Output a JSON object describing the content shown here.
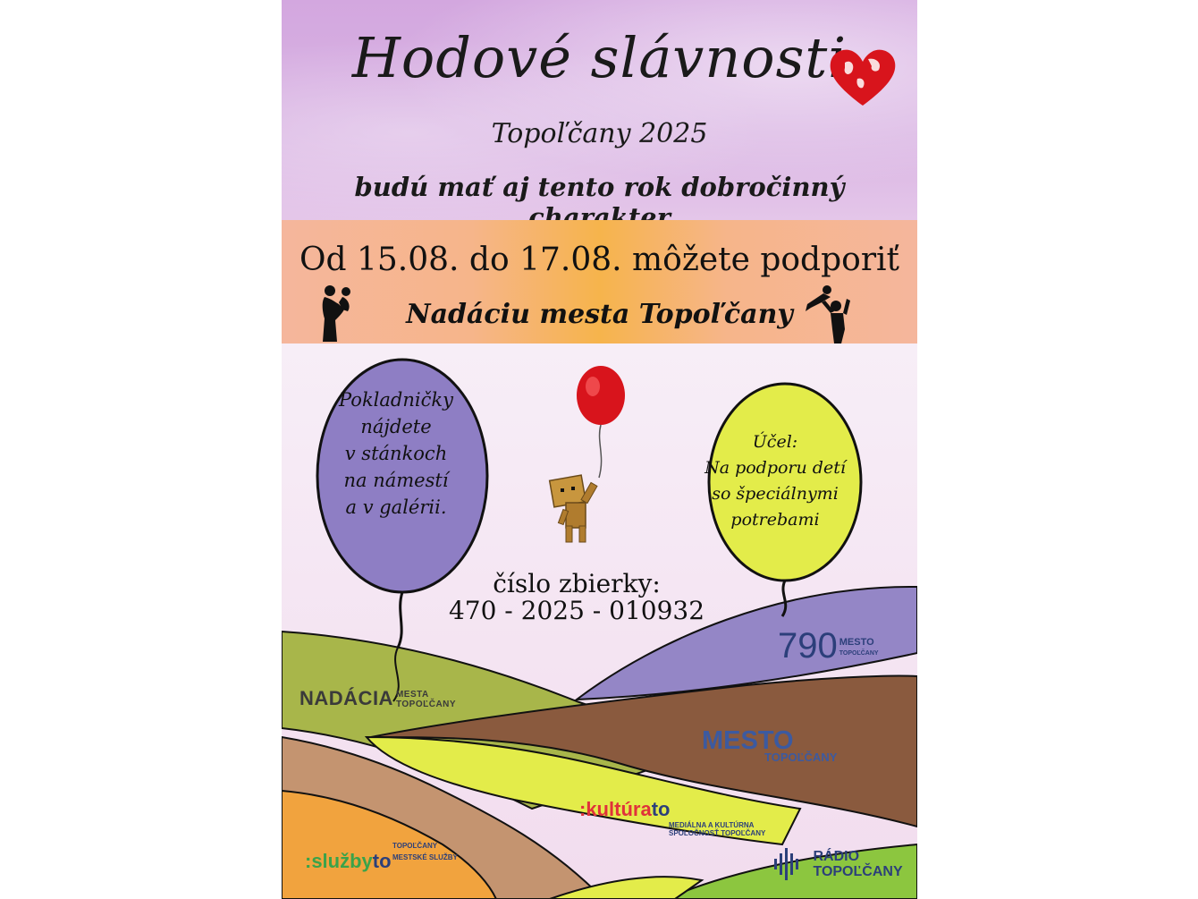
{
  "header": {
    "title": "Hodové slávnosti",
    "subtitle": "Topoľčany 2025",
    "tagline": "budú mať aj tento rok dobročinný charakter"
  },
  "band": {
    "line1": "Od 15.08. do 17.08. môžete podporiť",
    "line2": "Nadáciu mesta Topoľčany"
  },
  "balloons": {
    "left": {
      "lines": [
        "Pokladničky",
        "nájdete",
        "v stánkoch",
        "na námestí",
        "a v galérii."
      ],
      "color": "#8e7ec4"
    },
    "right": {
      "lines": [
        "Účel:",
        "Na podporu detí",
        "so špeciálnymi",
        "potrebami"
      ],
      "color": "#e3ec4a"
    },
    "small": {
      "color": "#d8141c"
    }
  },
  "collection": {
    "label": "číslo zbierky:",
    "number": "470 - 2025 - 010932"
  },
  "logos": {
    "nadacia": {
      "main": "NADÁCIA",
      "sub1": "MESTA",
      "sub2": "TOPOĽČANY"
    },
    "anniversary": {
      "num": "790",
      "sub1": "MESTO",
      "sub2": "TOPOĽČANY"
    },
    "mesto": {
      "main": "MESTO",
      "sub": "TOPOĽČANY"
    },
    "kultura": {
      "main": ":kultúra",
      "to": "to",
      "sub1": "MEDIÁLNA A KULTÚRNA",
      "sub2": "SPOLOČNOSŤ TOPOĽČANY"
    },
    "sluzby": {
      "main": ":služby",
      "to": "to",
      "sub1": "MESTSKÉ SLUŽBY",
      "sub2": "TOPOĽČANY"
    },
    "radio": {
      "line1": "RÁDIO",
      "line2": "TOPOĽČANY"
    }
  }
}
